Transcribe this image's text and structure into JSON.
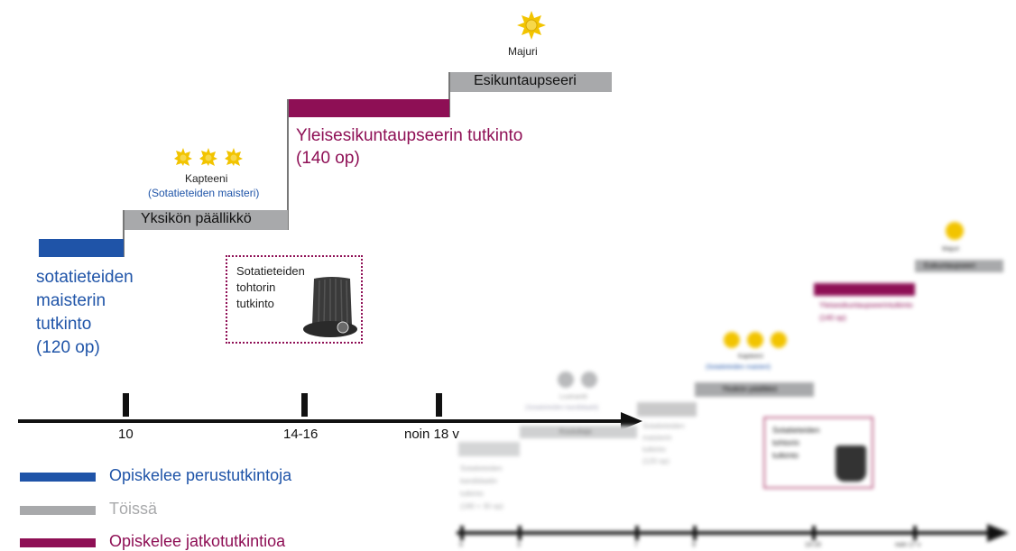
{
  "colors": {
    "study_basic": "#1f54a8",
    "working": "#a8a9ab",
    "study_advanced": "#8e0f55",
    "axis": "#111111",
    "rank_star": "#f2c400"
  },
  "main": {
    "ranks": {
      "majuri": "Majuri",
      "kapteeni": "Kapteeni",
      "kapteeni_degree": "(Sotatieteiden maisteri)"
    },
    "steps": {
      "esikuntaupseeri": "Esikuntaupseeri",
      "yksikon_paallikko": "Yksikön päällikkö",
      "yleisesikunta_line1": "Yleisesikuntaupseerin tutkinto",
      "yleisesikunta_line2": "(140 op)"
    },
    "masters": [
      "sotatieteiden",
      "maisterin",
      "tutkinto",
      "(120 op)"
    ],
    "doctorate": [
      "Sotatieteiden",
      "tohtorin",
      "tutkinto"
    ],
    "axis_labels": [
      "10",
      "14-16",
      "noin 18 v"
    ]
  },
  "legend": [
    {
      "label": "Opiskelee perustutkintoja",
      "color": "#1f54a8"
    },
    {
      "label": "Töissä",
      "color": "#a8a9ab"
    },
    {
      "label": "Opiskelee jatkotutkintioa",
      "color": "#8e0f55"
    }
  ],
  "background_diagram": {
    "ranks": {
      "majuri": "Majuri",
      "kapteeni": "Kapteeni",
      "kapteeni_degree": "(Sotatieteiden maisteri)",
      "luutnantti": "Luutnantti",
      "luutnantti_degree": "(Sotatieteiden kandidaatti)"
    },
    "steps": {
      "esikuntaupseeri": "Esikuntaupseeri",
      "yleisesikunta_line1": "Yleisesikuntaupseerintutkinto",
      "yleisesikunta_line2": "(140 op)",
      "yksikon_paallikko": "Yksikön päällikkö",
      "kouluttaja": "Kouluttaja"
    },
    "bachelor": [
      "Sotatieteiden",
      "kandidaatin",
      "tutkinto",
      "(180 + 30 op)"
    ],
    "masters": [
      "Sotatieteiden",
      "maisterin",
      "tutkinto",
      "(120 op)"
    ],
    "doctorate": [
      "Sotatieteiden",
      "tohtorin",
      "tutkinto"
    ],
    "axis_labels": [
      "0",
      "3",
      "7",
      "9",
      "13-15",
      "noin 17 v"
    ]
  }
}
